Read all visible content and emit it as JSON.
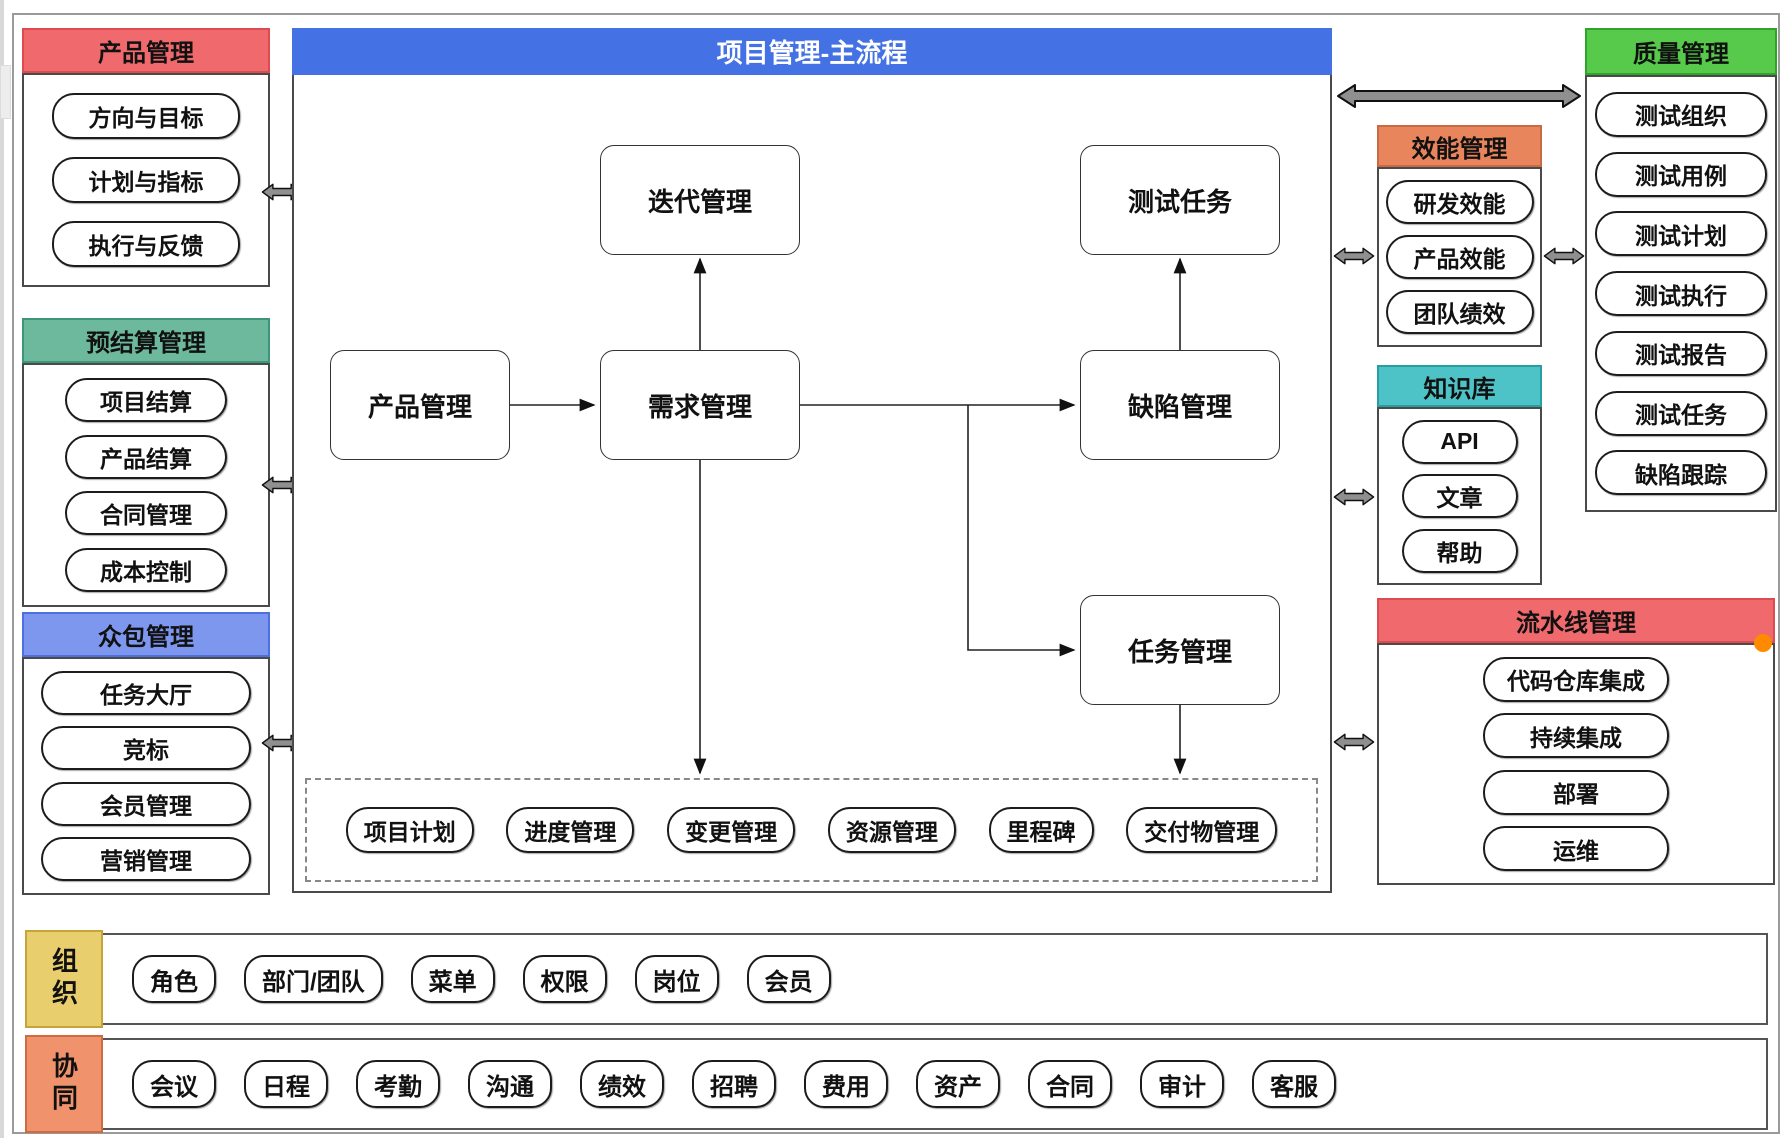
{
  "left_column": {
    "product": {
      "title": "产品管理",
      "items": [
        "方向与目标",
        "计划与指标",
        "执行与反馈"
      ]
    },
    "budget": {
      "title": "预结算管理",
      "items": [
        "项目结算",
        "产品结算",
        "合同管理",
        "成本控制"
      ]
    },
    "crowd": {
      "title": "众包管理",
      "items": [
        "任务大厅",
        "竞标",
        "会员管理",
        "营销管理"
      ]
    }
  },
  "main_flow": {
    "title": "项目管理-主流程",
    "nodes": {
      "iteration": "迭代管理",
      "test_task": "测试任务",
      "product": "产品管理",
      "requirement": "需求管理",
      "defect": "缺陷管理",
      "task": "任务管理"
    },
    "sub_items": [
      "项目计划",
      "进度管理",
      "变更管理",
      "资源管理",
      "里程碑",
      "交付物管理"
    ]
  },
  "right_column": {
    "efficiency": {
      "title": "效能管理",
      "items": [
        "研发效能",
        "产品效能",
        "团队绩效"
      ]
    },
    "knowledge": {
      "title": "知识库",
      "items": [
        "API",
        "文章",
        "帮助"
      ]
    },
    "quality": {
      "title": "质量管理",
      "items": [
        "测试组织",
        "测试用例",
        "测试计划",
        "测试执行",
        "测试报告",
        "测试任务",
        "缺陷跟踪"
      ]
    },
    "pipeline": {
      "title": "流水线管理",
      "items": [
        "代码仓库集成",
        "持续集成",
        "部署",
        "运维"
      ]
    }
  },
  "bottom_rows": {
    "org": {
      "title": "组织",
      "items": [
        "角色",
        "部门/团队",
        "菜单",
        "权限",
        "岗位",
        "会员"
      ]
    },
    "collab": {
      "title": "协同",
      "items": [
        "会议",
        "日程",
        "考勤",
        "沟通",
        "绩效",
        "招聘",
        "费用",
        "资产",
        "合同",
        "审计",
        "客服"
      ]
    }
  },
  "colors": {
    "header_red": "#f0696d",
    "header_red_border": "#db4b50",
    "header_green": "#6db99e",
    "header_green_border": "#3e9579",
    "header_blue": "#7d97ef",
    "header_blue_border": "#4d6fe0",
    "main_blue": "#4472e4",
    "header_orange": "#e8855d",
    "header_orange_border": "#c96a42",
    "header_teal": "#4ec3c7",
    "header_teal_border": "#279ea3",
    "header_brightgreen": "#57c94b",
    "header_brightgreen_border": "#2fa428",
    "label_yellow": "#e9ce6e",
    "label_yellow_border": "#c7a33b",
    "label_orange": "#f0936c",
    "label_orange_border": "#d06a41",
    "arrow_gray": "#8f8f8f",
    "handle_orange": "#ff8a00"
  }
}
